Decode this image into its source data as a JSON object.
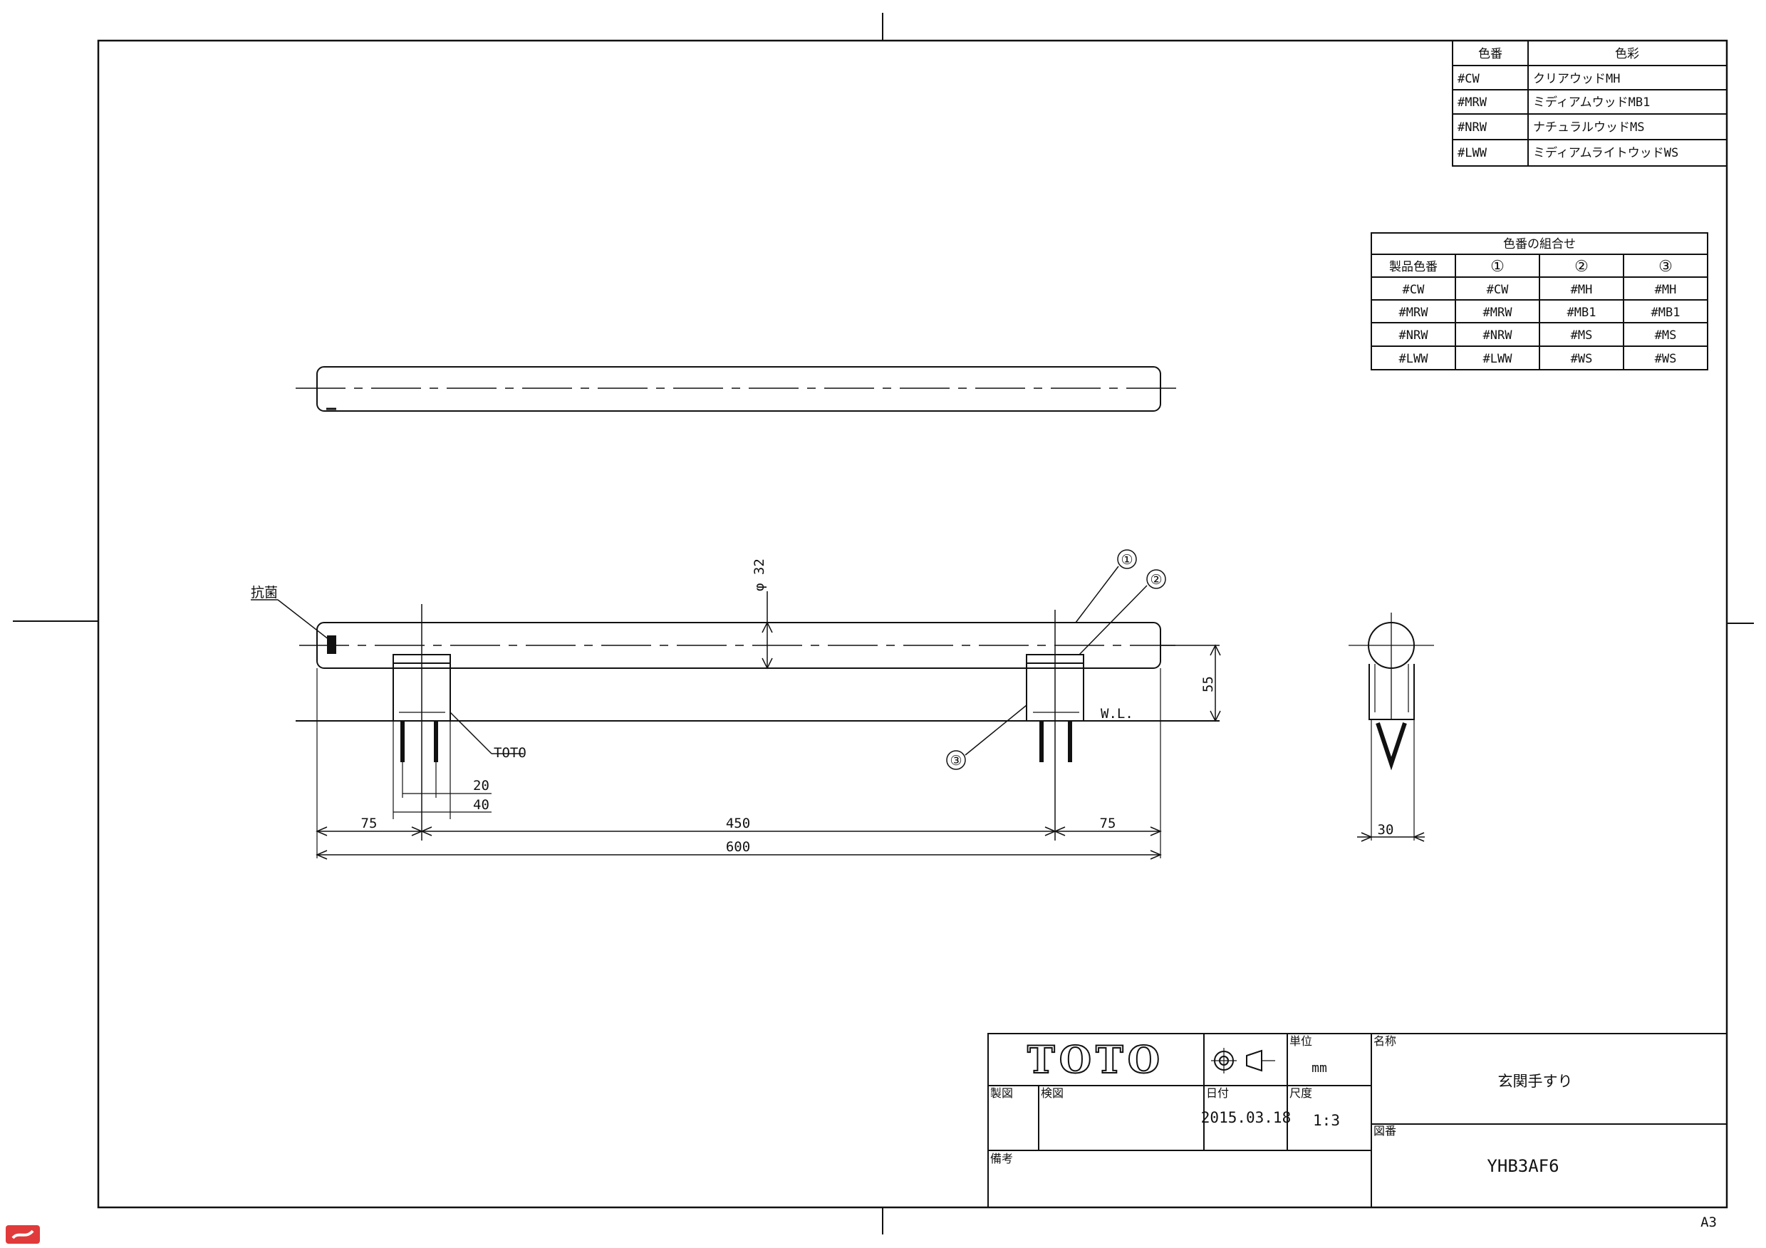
{
  "color_table": {
    "headers": [
      "色番",
      "色彩"
    ],
    "rows": [
      {
        "code": "#CW",
        "name": "クリアウッドMH"
      },
      {
        "code": "#MRW",
        "name": "ミディアムウッドMB1"
      },
      {
        "code": "#NRW",
        "name": "ナチュラルウッドMS"
      },
      {
        "code": "#LWW",
        "name": "ミディアムライトウッドWS"
      }
    ]
  },
  "combo_table": {
    "title": "色番の組合せ",
    "headers": [
      "製品色番",
      "①",
      "②",
      "③"
    ],
    "rows": [
      [
        "#CW",
        "#CW",
        "#MH",
        "#MH"
      ],
      [
        "#MRW",
        "#MRW",
        "#MB1",
        "#MB1"
      ],
      [
        "#NRW",
        "#NRW",
        "#MS",
        "#MS"
      ],
      [
        "#LWW",
        "#LWW",
        "#WS",
        "#WS"
      ]
    ]
  },
  "drawing": {
    "callout_antibacterial": "抗菌",
    "callout_toto": "TOTO",
    "part_1": "①",
    "part_2": "②",
    "part_3": "③",
    "diameter": "φ 32",
    "height": "55",
    "wall_line": "W.L.",
    "dim_bracket_inner": "20",
    "dim_bracket_outer": "40",
    "dim_left_offset": "75",
    "dim_center": "450",
    "dim_right_offset": "75",
    "dim_total": "600",
    "dim_side_width": "30"
  },
  "title_block": {
    "brand": "TOTO",
    "unit_label": "単位",
    "unit_value": "mm",
    "name_label": "名称",
    "name_value": "玄関手すり",
    "made_label": "製図",
    "check_label": "検図",
    "date_label": "日付",
    "date_value": "2015.03.18",
    "scale_label": "尺度",
    "scale_value": "1:3",
    "drawing_no_label": "図番",
    "drawing_no_value": "YHB3AF6",
    "remarks_label": "備考",
    "sheet_size": "A3"
  }
}
